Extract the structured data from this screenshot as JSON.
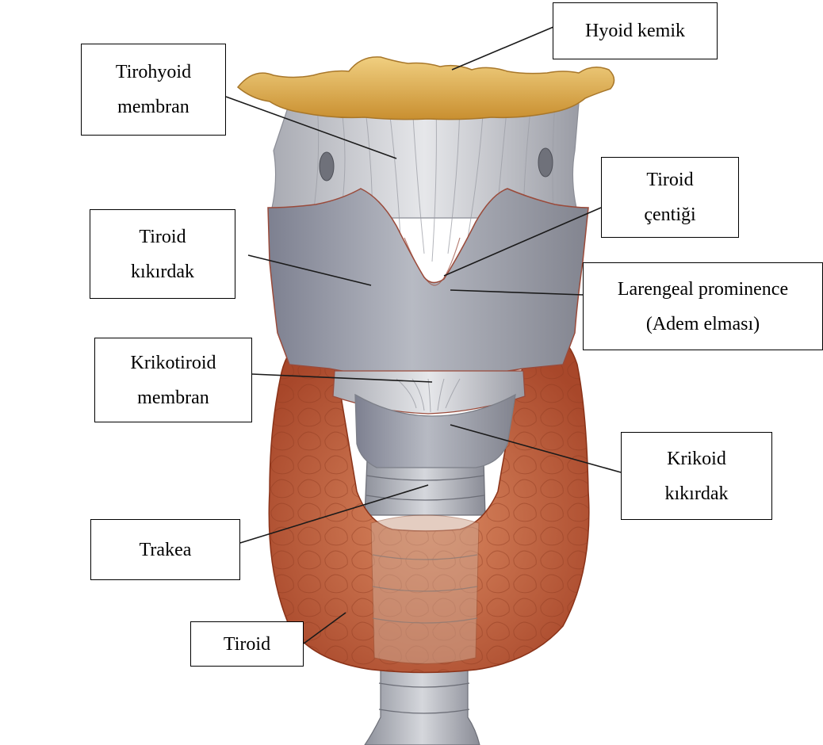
{
  "labels": {
    "hyoid": {
      "lines": [
        "Hyoid kemik"
      ]
    },
    "tirohyoid": {
      "lines": [
        "Tirohyoid",
        "membran"
      ]
    },
    "tiroid_centigi": {
      "lines": [
        "Tiroid",
        "çentiği"
      ]
    },
    "tiroid_kikirdak": {
      "lines": [
        "Tiroid",
        "kıkırdak"
      ]
    },
    "larengeal": {
      "lines": [
        "Larengeal prominence",
        "(Adem elması)"
      ]
    },
    "krikotiroid": {
      "lines": [
        "Krikotiroid",
        "membran"
      ]
    },
    "krikoid": {
      "lines": [
        "Krikoid",
        "kıkırdak"
      ]
    },
    "trakea": {
      "lines": [
        "Trakea"
      ]
    },
    "tiroid": {
      "lines": [
        "Tiroid"
      ]
    }
  },
  "colors": {
    "hyoid_bone": "#e2b55a",
    "cartilage": "#9fa2ad",
    "membrane": "#d6d8dc",
    "thyroid_gland": "#c8623a",
    "trachea": "#b9bcc4",
    "label_border": "#000000",
    "leader_line": "#1a1a1a"
  }
}
